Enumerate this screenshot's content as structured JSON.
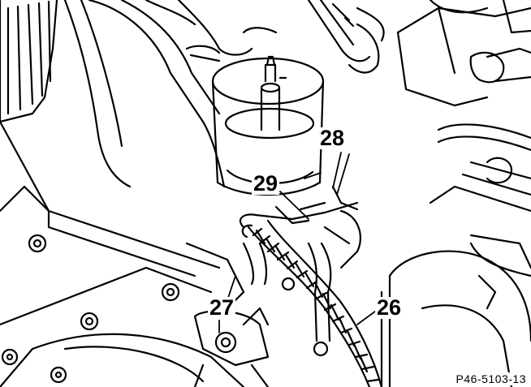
{
  "callouts": {
    "c26": "26",
    "c27": "27",
    "c28": "28",
    "c29": "29"
  },
  "figure_code": "P46-5103-13",
  "colors": {
    "ink": "#000000",
    "paper": "#ffffff"
  }
}
